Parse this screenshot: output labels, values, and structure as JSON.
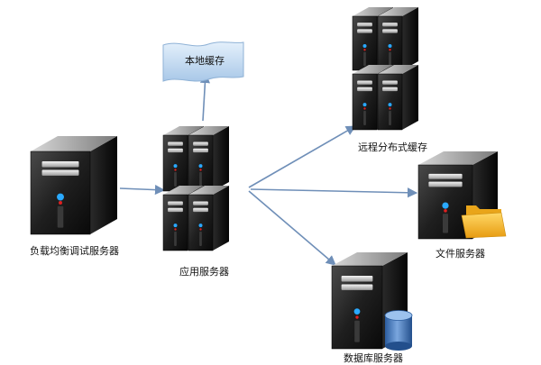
{
  "diagram": {
    "nodes": {
      "load_balancer": {
        "label": "负载均衡调试服务器"
      },
      "app_server": {
        "label": "应用服务器"
      },
      "local_cache": {
        "label": "本地缓存"
      },
      "remote_cache": {
        "label": "远程分布式缓存"
      },
      "file_server": {
        "label": "文件服务器"
      },
      "db_server": {
        "label": "数据库服务器"
      }
    },
    "edges": [
      {
        "from": "负载均衡调试服务器",
        "to": "应用服务器"
      },
      {
        "from": "应用服务器",
        "to": "本地缓存"
      },
      {
        "from": "应用服务器",
        "to": "远程分布式缓存"
      },
      {
        "from": "应用服务器",
        "to": "文件服务器"
      },
      {
        "from": "应用服务器",
        "to": "数据库服务器"
      }
    ],
    "colors": {
      "edge": "#6f8fb8",
      "server_front": "#1e1e1e",
      "server_side": "#0c0c0c",
      "server_top": "#9a9a9a",
      "flag": "#c4dcf2",
      "folder": "#f2b526",
      "database": "#3f72b8"
    }
  }
}
